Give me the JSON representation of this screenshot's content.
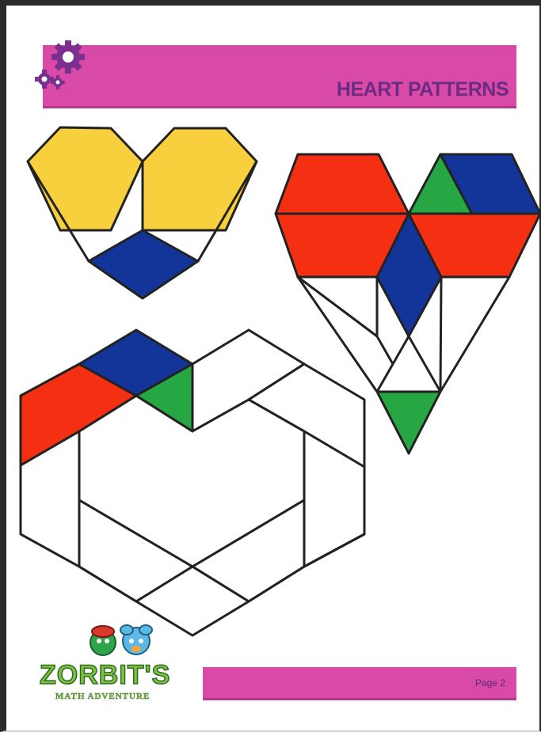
{
  "header": {
    "title": "HEART PATTERNS"
  },
  "footer": {
    "page_label": "Page 2"
  },
  "logo": {
    "name": "ZORBIT'S",
    "tagline": "MATH ADVENTURE"
  },
  "colors": {
    "yellow": "#f8cf3c",
    "blue": "#13359a",
    "red": "#f53012",
    "green": "#27a744",
    "outline": "#222222",
    "magenta": "#d84aa6",
    "purple": "#6b2b83"
  },
  "icons": [
    "gears-icon"
  ]
}
